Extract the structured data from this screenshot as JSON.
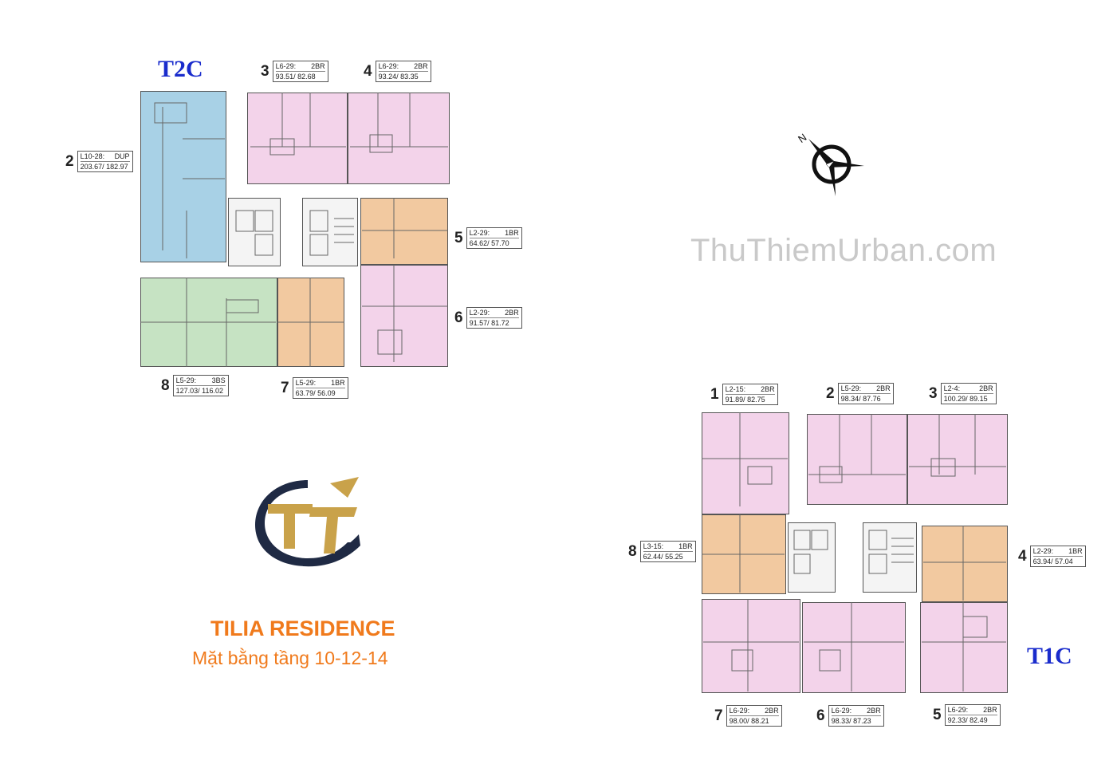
{
  "towers": {
    "t2c": {
      "label": "T2C"
    },
    "t1c": {
      "label": "T1C"
    }
  },
  "watermark": "ThuThiemUrban.com",
  "brand": {
    "title": "TILIA RESIDENCE",
    "subtitle": "Mặt bằng tầng 10-12-14"
  },
  "compass": {
    "north_label": "N"
  },
  "t2c_units": [
    {
      "num": "2",
      "code": "L10-28:",
      "type": "DUP",
      "area": "203.67/ 182.97"
    },
    {
      "num": "3",
      "code": "L6-29:",
      "type": "2BR",
      "area": "93.51/ 82.68"
    },
    {
      "num": "4",
      "code": "L6-29:",
      "type": "2BR",
      "area": "93.24/ 83.35"
    },
    {
      "num": "5",
      "code": "L2-29:",
      "type": "1BR",
      "area": "64.62/ 57.70"
    },
    {
      "num": "6",
      "code": "L2-29:",
      "type": "2BR",
      "area": "91.57/ 81.72"
    },
    {
      "num": "7",
      "code": "L5-29:",
      "type": "1BR",
      "area": "63.79/ 56.09"
    },
    {
      "num": "8",
      "code": "L5-29:",
      "type": "3BS",
      "area": "127.03/ 116.02"
    }
  ],
  "t1c_units": [
    {
      "num": "1",
      "code": "L2-15:",
      "type": "2BR",
      "area": "91.89/ 82.75"
    },
    {
      "num": "2",
      "code": "L5-29:",
      "type": "2BR",
      "area": "98.34/ 87.76"
    },
    {
      "num": "3",
      "code": "L2-4:",
      "type": "2BR",
      "area": "100.29/ 89.15"
    },
    {
      "num": "4",
      "code": "L2-29:",
      "type": "1BR",
      "area": "63.94/ 57.04"
    },
    {
      "num": "5",
      "code": "L6-29:",
      "type": "2BR",
      "area": "92.33/ 82.49"
    },
    {
      "num": "6",
      "code": "L6-29:",
      "type": "2BR",
      "area": "98.33/ 87.23"
    },
    {
      "num": "7",
      "code": "L6-29:",
      "type": "2BR",
      "area": "98.00/ 88.21"
    },
    {
      "num": "8",
      "code": "L3-15:",
      "type": "1BR",
      "area": "62.44/ 55.25"
    }
  ],
  "colors": {
    "pink": "#f3d3ea",
    "blue": "#a8d1e6",
    "green": "#c6e3c3",
    "orange": "#f2c9a0",
    "tower_label": "#1a2ccc",
    "brand": "#f07a1c",
    "logo_navy": "#1f2a44",
    "logo_gold": "#c9a24a"
  }
}
